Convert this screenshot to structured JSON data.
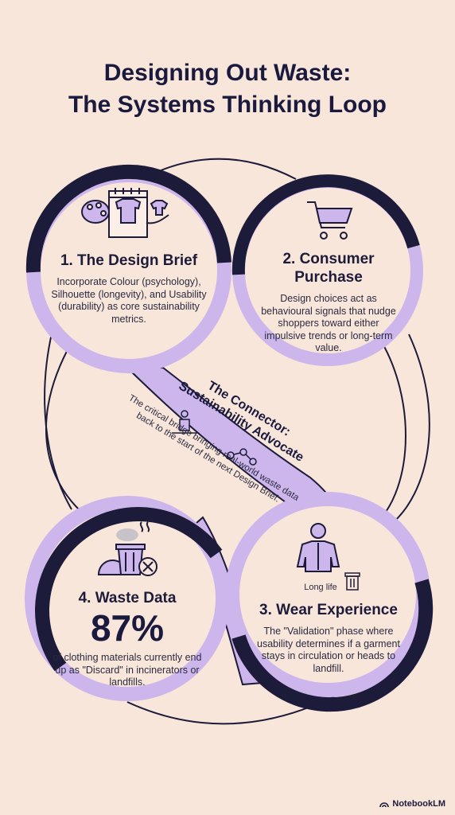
{
  "title": {
    "line1": "Designing Out Waste:",
    "line2": "The Systems Thinking Loop"
  },
  "stages": {
    "design_brief": {
      "heading": "1. The Design Brief",
      "body": "Incorporate Colour (psychology), Silhouette (longevity), and Usability (durability) as core sustainability metrics."
    },
    "consumer_purchase": {
      "heading_line1": "2. Consumer",
      "heading_line2": "Purchase",
      "body": "Design choices act as behavioural signals that nudge shoppers toward either impulsive trends or long-term value."
    },
    "wear_experience": {
      "heading": "3. Wear Experience",
      "icon_label": "Long life",
      "body": "The \"Validation\" phase where usability determines if a garment stays in circulation or heads to landfill."
    },
    "waste_data": {
      "heading": "4. Waste Data",
      "stat": "87%",
      "body": "of clothing materials currently end up as \"Discard\" in incinerators or landfills."
    }
  },
  "connector": {
    "title_line1": "The Connector:",
    "title_line2": "Sustainability Advocate",
    "body": "The critical bridge bringing real-world waste data back to the start of the next Design Brief."
  },
  "brand": "NotebookLM",
  "colors": {
    "background": "#f9e6da",
    "navy": "#1c1b3a",
    "lavender": "#cdb6ec",
    "lavender_light": "#e0cff4"
  },
  "icons": {
    "design_brief": [
      "palette-icon",
      "calendar-icon",
      "tshirt-icon",
      "hand-garment-icon"
    ],
    "consumer_purchase": [
      "shopping-cart-icon"
    ],
    "connector": [
      "people-chart-icon",
      "network-nodes-icon"
    ],
    "wear_experience": [
      "person-shirt-icon",
      "trash-can-icon"
    ],
    "waste_data": [
      "waste-pile-icon",
      "trash-bin-icon",
      "cross-circle-icon"
    ]
  }
}
